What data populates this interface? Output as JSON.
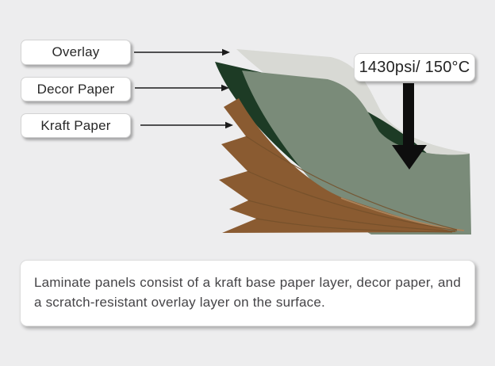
{
  "scene": {
    "background_color": "#ededee",
    "title": "Laminate panel layer diagram"
  },
  "layer_labels": [
    {
      "label": "Overlay"
    },
    {
      "label": "Decor Paper"
    },
    {
      "label": "Kraft Paper"
    }
  ],
  "pressure_badge": {
    "label": "1430psi/ 150°C"
  },
  "caption": {
    "text": "Laminate panels consist of a kraft base paper layer, decor paper, and a scratch-resistant overlay layer on the surface."
  },
  "diagram": {
    "colors": {
      "overlay_sheet": "#d8d9d4",
      "decor_paper_dark": "#1d3b25",
      "decor_paper_face": "#7a8b79",
      "kraft_paper": "#8a5b31",
      "kraft_divider_line": "#74502a",
      "kraft_edge_highlight": "#ab835a",
      "pressure_arrow": "#0e0e0e",
      "pointer_arrow": "#1b1b1b"
    }
  }
}
